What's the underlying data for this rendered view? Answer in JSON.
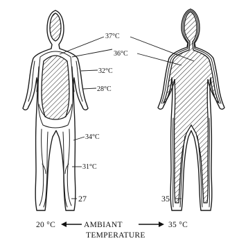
{
  "isotherms": {
    "t37": "37°C",
    "t36": "36°C",
    "t32": "32°C",
    "t28": "28°C",
    "t34": "34°C",
    "t31": "31°C"
  },
  "figures": {
    "cold": {
      "ambient_value": "27"
    },
    "warm": {
      "ambient_value": "35"
    }
  },
  "caption": {
    "low": "20 °C",
    "word": "AMBIANT",
    "high": "35 °C",
    "line2": "TEMPERATURE"
  },
  "colors": {
    "ink": "#1a1a1a",
    "background": "#ffffff"
  }
}
